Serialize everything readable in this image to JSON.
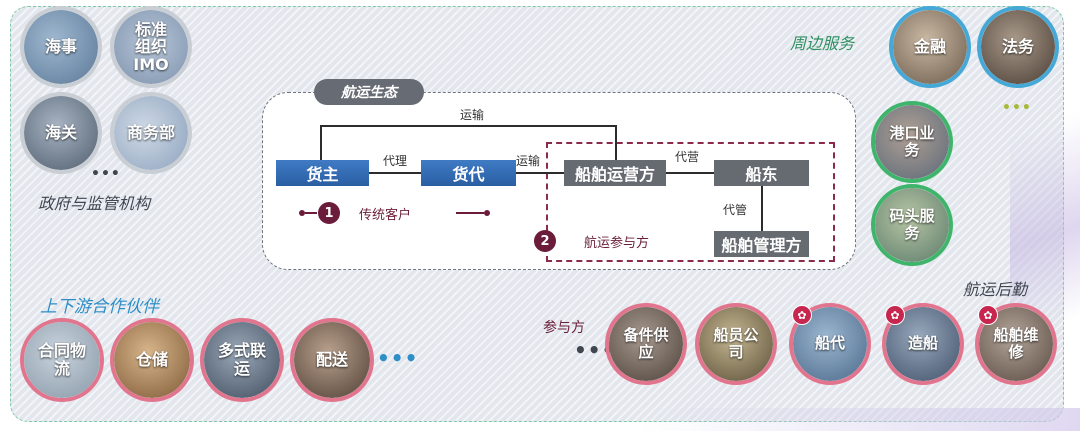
{
  "government": {
    "items": [
      "海事",
      "标准组织IMO",
      "海关",
      "商务部"
    ],
    "imo_text": "IMO",
    "more": "•••",
    "label": "政府与监管机构"
  },
  "ecosystem": {
    "tag": "航运生态",
    "nodes": {
      "cargo_owner": "货主",
      "forwarder": "货代",
      "operator": "船舶运营方",
      "shipowner": "船东",
      "manager": "船舶管理方"
    },
    "edges": {
      "transport_top": "运输",
      "agent": "代理",
      "transport_mid": "运输",
      "operate": "代营",
      "manage": "代管"
    },
    "legend": {
      "one_num": "1",
      "one_text": "传统客户",
      "two_num": "2",
      "two_text": "航运参与方"
    }
  },
  "peripheral": {
    "label": "周边服务",
    "items": [
      "金融",
      "法务",
      "港口业务",
      "码头服务"
    ],
    "more": "•••"
  },
  "upstream": {
    "label": "上下游合作伙伴",
    "items": [
      "合同物流",
      "仓储",
      "多式联运",
      "配送"
    ],
    "more": "•••"
  },
  "logistics": {
    "label": "航运后勤",
    "participants_label": "参与方",
    "more": "•••",
    "items": [
      "备件供应",
      "船员公司",
      "船代",
      "造船",
      "船舶维修"
    ],
    "badge_icon": "star-icon"
  }
}
